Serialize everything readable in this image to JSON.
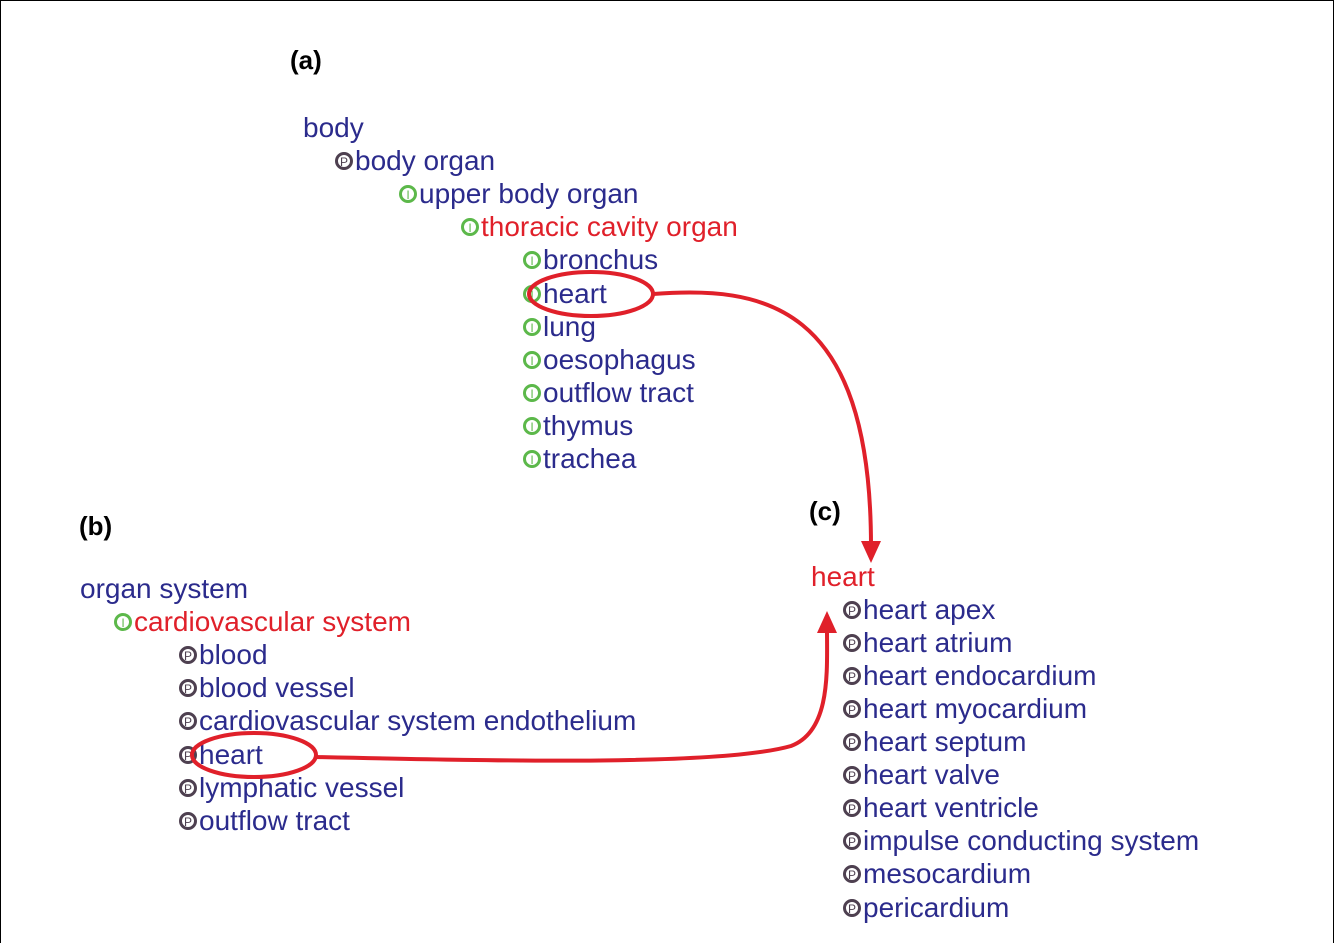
{
  "colors": {
    "term": "#2b2b8c",
    "highlight": "#e0202a",
    "part_of_badge": "#4e4050",
    "is_a_badge": "#5cb84a",
    "arrow": "#e0202a"
  },
  "badge_glyphs": {
    "part_of": "P",
    "is_a": "I"
  },
  "panel_a": {
    "label": "(a)",
    "nodes": [
      {
        "text": "body",
        "badge": "",
        "style": "root"
      },
      {
        "text": "body organ",
        "badge": "part_of",
        "style": "normal"
      },
      {
        "text": "upper body organ",
        "badge": "is_a",
        "style": "normal"
      },
      {
        "text": "thoracic cavity organ",
        "badge": "is_a",
        "style": "focus"
      },
      {
        "text": "bronchus",
        "badge": "is_a",
        "style": "normal"
      },
      {
        "text": "heart",
        "badge": "is_a",
        "style": "normal"
      },
      {
        "text": "lung",
        "badge": "is_a",
        "style": "normal"
      },
      {
        "text": "oesophagus",
        "badge": "is_a",
        "style": "normal"
      },
      {
        "text": "outflow tract",
        "badge": "is_a",
        "style": "normal"
      },
      {
        "text": "thymus",
        "badge": "is_a",
        "style": "normal"
      },
      {
        "text": "trachea",
        "badge": "is_a",
        "style": "normal"
      }
    ]
  },
  "panel_b": {
    "label": "(b)",
    "nodes": [
      {
        "text": "organ system",
        "badge": "",
        "style": "root"
      },
      {
        "text": "cardiovascular system",
        "badge": "is_a",
        "style": "focus"
      },
      {
        "text": "blood",
        "badge": "part_of",
        "style": "normal"
      },
      {
        "text": "blood vessel",
        "badge": "part_of",
        "style": "normal"
      },
      {
        "text": "cardiovascular system endothelium",
        "badge": "part_of",
        "style": "normal"
      },
      {
        "text": "heart",
        "badge": "part_of",
        "style": "normal"
      },
      {
        "text": "lymphatic vessel",
        "badge": "part_of",
        "style": "normal"
      },
      {
        "text": "outflow tract",
        "badge": "part_of",
        "style": "normal"
      }
    ]
  },
  "panel_c": {
    "label": "(c)",
    "nodes": [
      {
        "text": "heart",
        "badge": "",
        "style": "focus"
      },
      {
        "text": "heart apex",
        "badge": "part_of",
        "style": "normal"
      },
      {
        "text": "heart atrium",
        "badge": "part_of",
        "style": "normal"
      },
      {
        "text": "heart endocardium",
        "badge": "part_of",
        "style": "normal"
      },
      {
        "text": "heart myocardium",
        "badge": "part_of",
        "style": "normal"
      },
      {
        "text": "heart septum",
        "badge": "part_of",
        "style": "normal"
      },
      {
        "text": "heart valve",
        "badge": "part_of",
        "style": "normal"
      },
      {
        "text": "heart ventricle",
        "badge": "part_of",
        "style": "normal"
      },
      {
        "text": "impulse conducting system",
        "badge": "part_of",
        "style": "normal"
      },
      {
        "text": "mesocardium",
        "badge": "part_of",
        "style": "normal"
      },
      {
        "text": "pericardium",
        "badge": "part_of",
        "style": "normal"
      }
    ]
  }
}
